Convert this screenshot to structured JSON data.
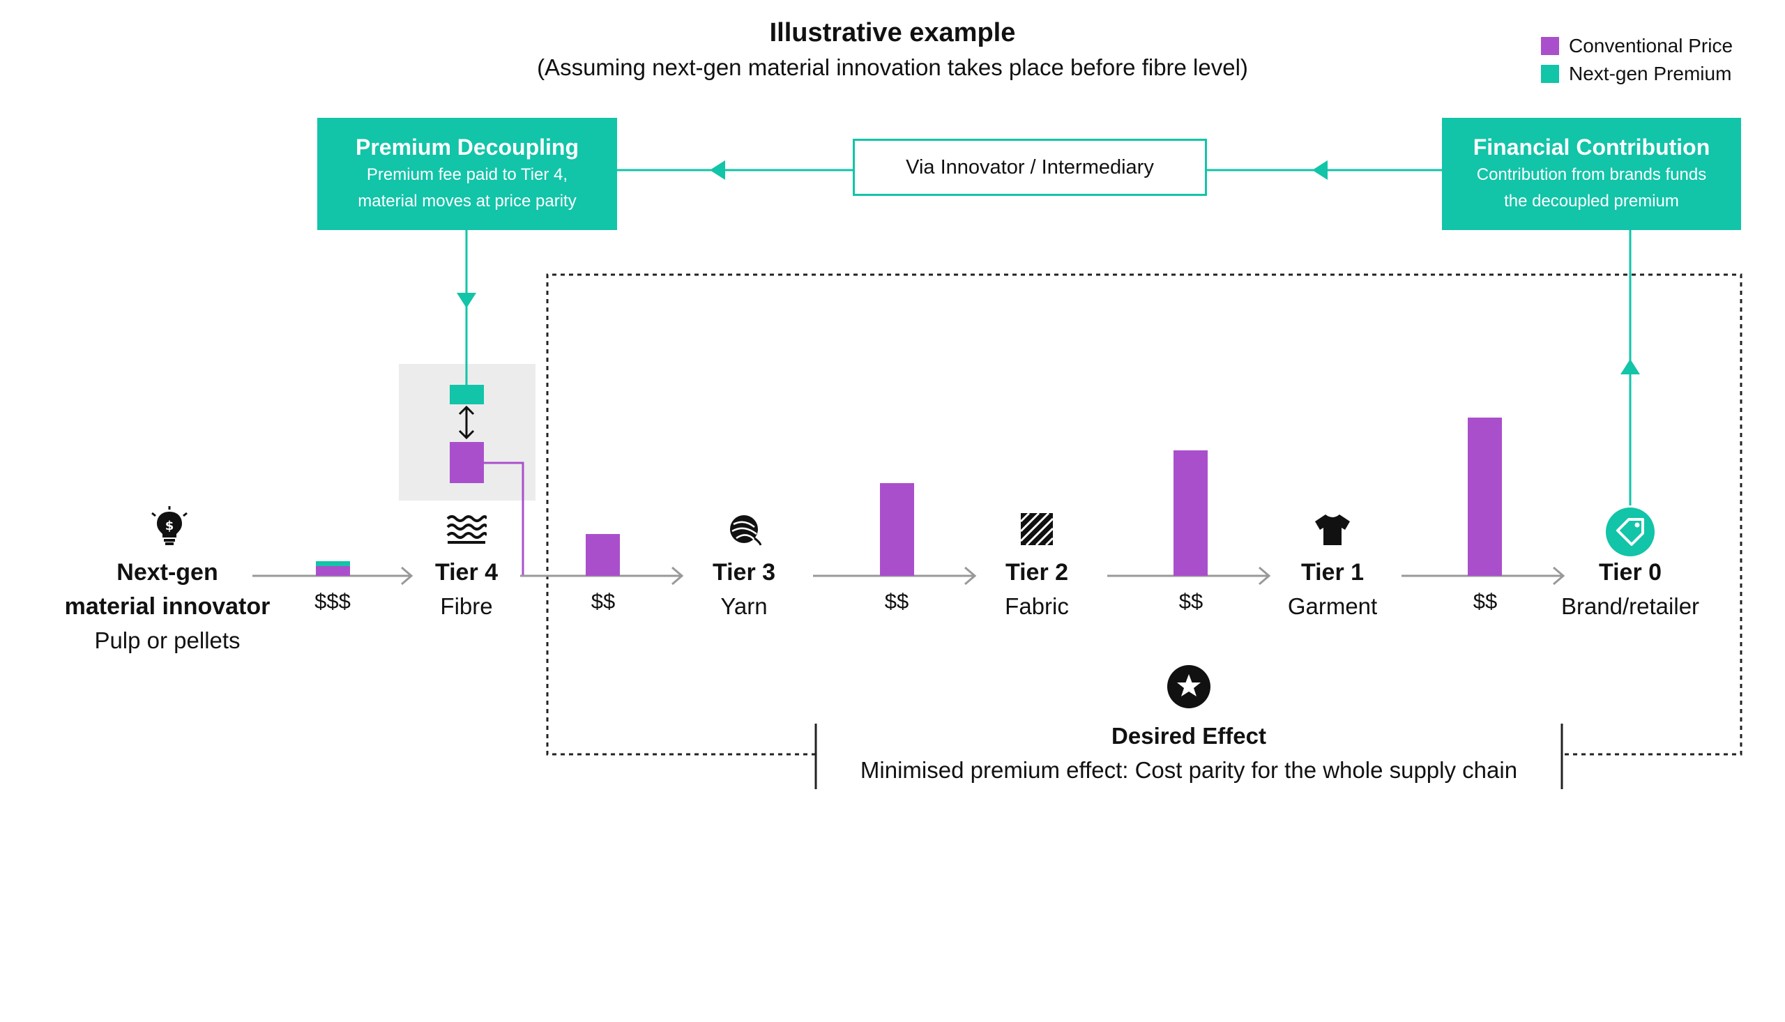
{
  "title": "Illustrative example",
  "subtitle": "(Assuming next-gen material innovation takes place before fibre level)",
  "legend": [
    {
      "label": "Conventional Price",
      "color": "#aa4fcc"
    },
    {
      "label": "Next-gen Premium",
      "color": "#12c4a8"
    }
  ],
  "premium_decoupling": {
    "heading": "Premium Decoupling",
    "line1": "Premium fee paid to Tier 4,",
    "line2": "material moves at price parity"
  },
  "via": "Via Innovator / Intermediary",
  "financial_contribution": {
    "heading": "Financial Contribution",
    "line1": "Contribution from brands funds",
    "line2": "the decoupled premium"
  },
  "stages": {
    "innovator": {
      "name_line1": "Next-gen",
      "name_line2": "material innovator",
      "sub": "Pulp or pellets",
      "icon": "lightbulb-icon"
    },
    "tier4": {
      "name": "Tier 4",
      "sub": "Fibre",
      "icon": "fibre-icon"
    },
    "tier3": {
      "name": "Tier 3",
      "sub": "Yarn",
      "icon": "yarn-ball-icon"
    },
    "tier2": {
      "name": "Tier 2",
      "sub": "Fabric",
      "icon": "fabric-icon"
    },
    "tier1": {
      "name": "Tier 1",
      "sub": "Garment",
      "icon": "tshirt-icon"
    },
    "tier0": {
      "name": "Tier 0",
      "sub": "Brand/retailer",
      "icon": "price-tag-icon"
    }
  },
  "prices": [
    "$$$",
    "$$",
    "$$",
    "$$",
    "$$"
  ],
  "desired_effect": {
    "heading": "Desired Effect",
    "text": "Minimised premium effect: Cost parity for the whole supply chain",
    "icon": "star-icon"
  },
  "colors": {
    "teal": "#12c4a8",
    "purple": "#aa4fcc",
    "grey": "#999999",
    "panel": "#ececec"
  }
}
